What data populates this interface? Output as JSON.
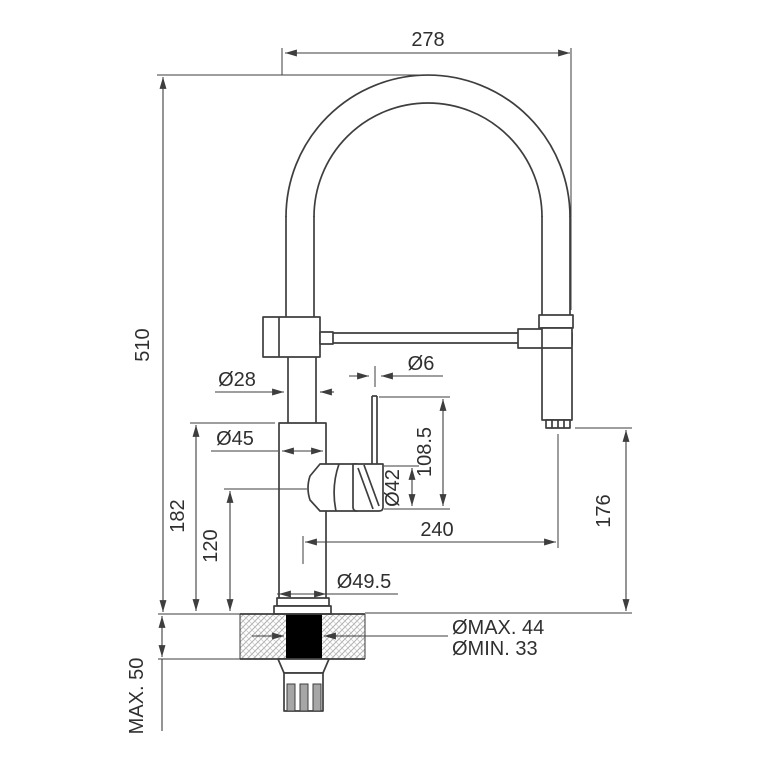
{
  "drawing": {
    "subject": "kitchen-faucet-installation-diagram",
    "dimensions": {
      "spout_width": "278",
      "overall_height": "510",
      "column_diameter": "Ø28",
      "body_diameter": "Ø45",
      "body_height": "182",
      "lower_height": "120",
      "deck_thickness_max": "MAX. 50",
      "lever_rod_diameter": "Ø6",
      "handle_assembly_height": "108.5",
      "handle_diameter": "Ø42",
      "spout_reach": "240",
      "outlet_height": "176",
      "base_diameter": "Ø49.5",
      "hole_diameter_max": "ØMAX. 44",
      "hole_diameter_min": "ØMIN. 33"
    },
    "colors": {
      "line": "#3e3e3e",
      "text": "#2f2f2f",
      "hole_fill": "#000000",
      "hatch": "#b0b0b0",
      "shank_fill": "#a6a6a6",
      "background": "#ffffff"
    }
  }
}
